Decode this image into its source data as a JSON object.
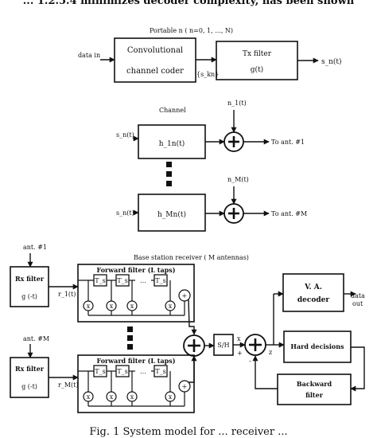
{
  "cutoff_text": "... 1.2.5.4 minimizes decoder complexity, has been shown",
  "caption": "Fig. 1 System model for ... receiver ...",
  "transmitter": {
    "portable_label": "Portable n ( n=0, 1, ..., N)",
    "data_in": "data in",
    "coder_line1": "Convolutional",
    "coder_line2": "channel coder",
    "symbol": "{s_kn}",
    "tx_line1": "Tx filter",
    "tx_line2": "g(t)",
    "output": "s_n(t)"
  },
  "channel": {
    "title": "Channel",
    "input1": "s_n(t)",
    "block1": "h_1n(t)",
    "noise1": "n_1(t)",
    "ant1": "To ant. #1",
    "input2": "s_n(t)",
    "block2": "h_Mn(t)",
    "noise2": "n_M(t)",
    "ant2": "To ant. #M"
  },
  "receiver": {
    "title": "Base station receiver ( M antennas)",
    "ant1": "ant. #1",
    "antM": "ant. #M",
    "rx_line1": "Rx filter",
    "rx_line2": "g (-t)",
    "r1": "r_1(t)",
    "rM": "r_M(t)",
    "ff_title": "Forward filter (L taps)",
    "tap_label": "T_s",
    "ellipsis": "...",
    "sh": "S/H",
    "x_label": "x",
    "z_label": "z",
    "plus": "+",
    "minus": "-",
    "va_line1": "V. A.",
    "va_line2": "decoder",
    "data_out_line1": "data",
    "data_out_line2": "out",
    "hard": "Hard decisions",
    "bw_line1": "Backward",
    "bw_line2": "filter"
  }
}
